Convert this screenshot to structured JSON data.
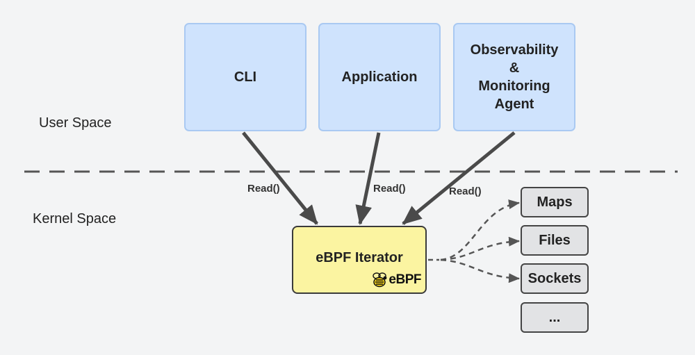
{
  "zones": {
    "user_space": "User Space",
    "kernel_space": "Kernel Space"
  },
  "user_apps": [
    {
      "label": "CLI"
    },
    {
      "label": "Application"
    },
    {
      "label": "Observability\n&\nMonitoring\nAgent"
    }
  ],
  "edges": {
    "read_1": "Read()",
    "read_2": "Read()",
    "read_3": "Read()"
  },
  "iterator": {
    "title": "eBPF Iterator",
    "logo_text": "eBPF"
  },
  "resources": [
    {
      "label": "Maps"
    },
    {
      "label": "Files"
    },
    {
      "label": "Sockets"
    },
    {
      "label": "..."
    }
  ],
  "colors": {
    "user_box_fill": "#cfe3fd",
    "user_box_border": "#a9c9f2",
    "iterator_fill": "#fbf4a1",
    "resource_fill": "#e2e3e5",
    "arrow": "#4a4a4a",
    "background": "#f3f4f5"
  }
}
